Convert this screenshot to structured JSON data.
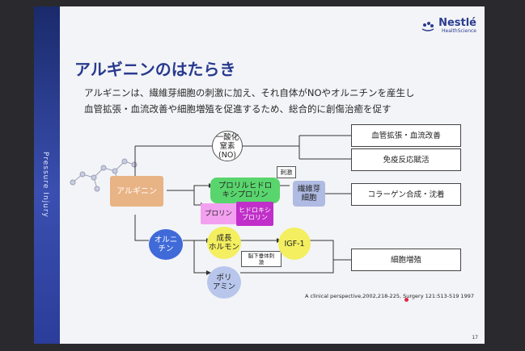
{
  "sidebar": {
    "label": "Pressure Injury"
  },
  "logo": {
    "brand": "Nestlé",
    "sub": "HealthScience"
  },
  "title": "アルギニンのはたらき",
  "description": {
    "line1": "アルギニンは、繊維芽細胞の刺激に加え、それ自体がNOやオルニチンを産生し",
    "line2": "血管拡張・血流改善や細胞増殖を促進するため、総合的に創傷治癒を促す"
  },
  "diagram": {
    "arginine": "アルギニン",
    "nitric_oxide": [
      "一酸化",
      "窒素",
      "(NO)"
    ],
    "ornithine": [
      "オルニ",
      "チン"
    ],
    "prolyl_hydroxyproline": [
      "プロリルヒドロ",
      "キシプロリン"
    ],
    "proline": "プロリン",
    "hydroxyproline": [
      "ヒドロキシ",
      "プロリン"
    ],
    "stimulus": "刺激",
    "fibroblast": [
      "繊維芽",
      "細胞"
    ],
    "growth_hormone": [
      "成長",
      "ホルモン"
    ],
    "pituitary_stimulus": [
      "脳下垂体刺",
      "激"
    ],
    "igf1": "IGF-1",
    "polyamine": [
      "ポリ",
      "アミン"
    ],
    "outcomes": {
      "vasodilation": "血管拡張・血流改善",
      "immune": "免疫反応賦活",
      "collagen": "コラーゲン合成・沈着",
      "proliferation": "細胞増殖"
    }
  },
  "citation": "A clinical perspective,2002,218-225, Surgery 121:513-519 1997",
  "page_number": "17",
  "colors": {
    "title": "#283a8e",
    "sidebar": "#2b3d9a",
    "arginine": "#e8b385",
    "ornithine": "#3f6ad8",
    "prolyl": "#59d56d",
    "hydroxyproline": "#c02fc9",
    "growth_hormone": "#f3ef60"
  }
}
